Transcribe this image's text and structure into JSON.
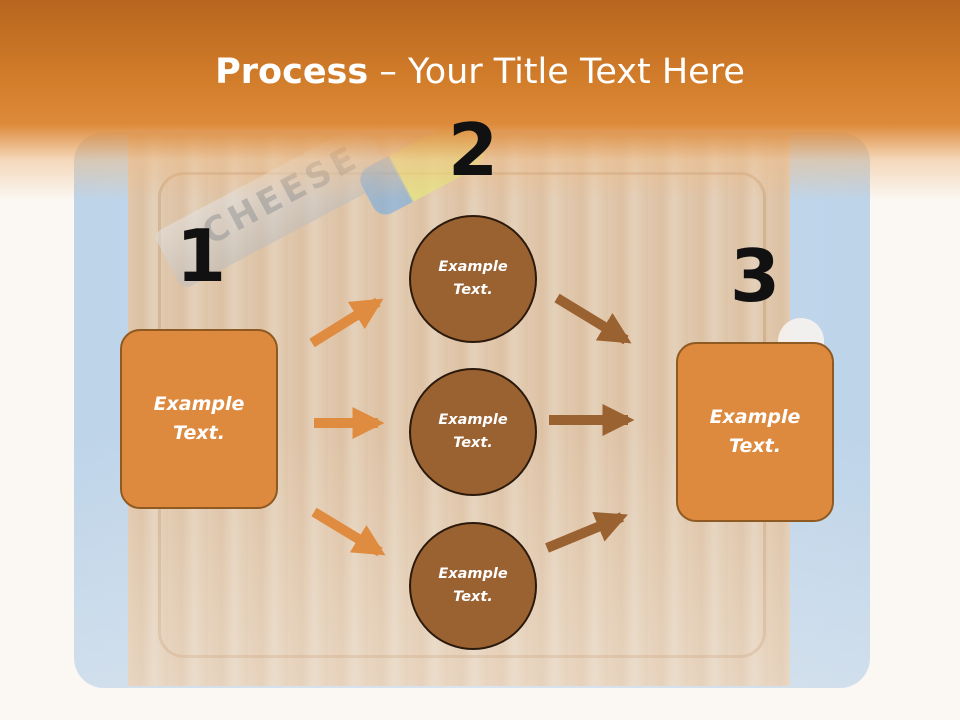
{
  "title": {
    "bold": "Process",
    "rest": " – Your Title Text Here"
  },
  "steps": {
    "one": "1",
    "two": "2",
    "three": "3"
  },
  "boxes": {
    "left": {
      "line1": "Example",
      "line2": "Text."
    },
    "right": {
      "line1": "Example",
      "line2": "Text."
    }
  },
  "circles": [
    {
      "line1": "Example",
      "line2": "Text."
    },
    {
      "line1": "Example",
      "line2": "Text."
    },
    {
      "line1": "Example",
      "line2": "Text."
    }
  ],
  "background": {
    "knife_text": "CHEESE"
  },
  "colors": {
    "header": "#d27d2a",
    "box_fill": "#dd8a3f",
    "circle_fill": "#9a6131",
    "arrow_left": "#e08c40",
    "arrow_right": "#9a6131",
    "step_number": "#111111"
  }
}
